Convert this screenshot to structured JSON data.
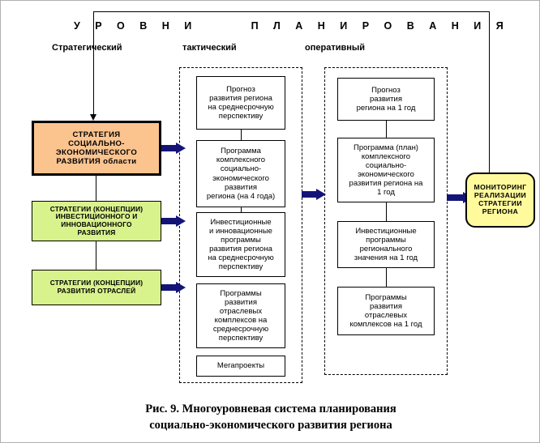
{
  "header": {
    "title": "У Р О В Н И      П Л А Н И Р О В А Н И Я",
    "levels": [
      {
        "key": "strategic",
        "label": "Стратегический"
      },
      {
        "key": "tactical",
        "label": "тактический"
      },
      {
        "key": "operational",
        "label": "оперативный"
      }
    ]
  },
  "strategic_column": {
    "strategy_box": "СТРАТЕГИЯ\nСОЦИАЛЬНО-\nЭКОНОМИЧЕСКОГО\nРАЗВИТИЯ области",
    "green_boxes": [
      "СТРАТЕГИИ (КОНЦЕПЦИИ)\nИНВЕСТИЦИОННОГО И\nИННОВАЦИОННОГО\nРАЗВИТИЯ",
      "СТРАТЕГИИ (КОНЦЕПЦИИ)\nРАЗВИТИЯ ОТРАСЛЕЙ"
    ]
  },
  "tactical_column": {
    "boxes": [
      "Прогноз\nразвития региона\nна среднесрочную\nперспективу",
      "Программа\nкомплексного\nсоциально-\nэкономического\nразвития\nрегиона (на 4 года)",
      "Инвестиционные\nи инновационные\nпрограммы\nразвития региона\nна среднесрочную\nперспективу",
      "Программы\nразвития\nотраслевых\nкомплексов на\nсреднесрочную\nперспективу",
      "Мегапроекты"
    ]
  },
  "operational_column": {
    "boxes": [
      "Прогноз\nразвития\nрегиона на 1 год",
      "Программа (план)\nкомплексного\nсоциально-\nэкономического\nразвития региона на\n1 год",
      "Инвестиционные\nпрограммы\nрегионального\nзначения на 1 год",
      "Программы\nразвития\nотраслевых\nкомплексов на 1 год"
    ]
  },
  "monitoring": {
    "label": "МОНИТОРИНГ\nРЕАЛИЗАЦИИ\nСТРАТЕГИИ\nРЕГИОНА"
  },
  "caption": "Рис. 9. Многоуровневая система планирования\nсоциально-экономического развития региона",
  "colors": {
    "strategy_fill": "#fbc48f",
    "green_fill": "#d9f38c",
    "monitor_fill": "#fffb9d",
    "arrow_navy": "#141478",
    "line": "#000000"
  }
}
